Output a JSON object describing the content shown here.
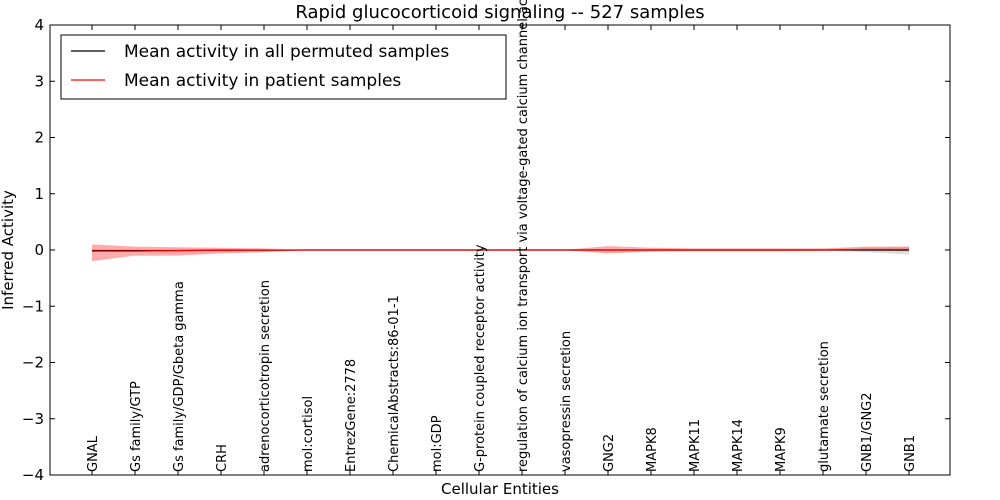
{
  "chart_data": {
    "type": "line",
    "title": "Rapid glucocorticoid signaling -- 527 samples",
    "xlabel": "Cellular Entities",
    "ylabel": "Inferred Activity",
    "ylim": [
      -4,
      4
    ],
    "yticks": [
      -4,
      -3,
      -2,
      -1,
      0,
      1,
      2,
      3,
      4
    ],
    "grid": false,
    "legend_position": "top-left",
    "categories": [
      "GNAL",
      "Gs family/GTP",
      "Gs family/GDP/Gbeta gamma",
      "CRH",
      "adrenocorticotropin secretion",
      "mol:cortisol",
      "EntrezGene:2778",
      "ChemicalAbstracts:86-01-1",
      "mol:GDP",
      "G-protein coupled receptor activity",
      "regulation of calcium ion transport via voltage-gated calcium channel activity",
      "vasopressin secretion",
      "GNG2",
      "MAPK8",
      "MAPK11",
      "MAPK14",
      "MAPK9",
      "glutamate secretion",
      "GNB1/GNG2",
      "GNB1"
    ],
    "series": [
      {
        "name": "Mean activity in all permuted samples",
        "color": "#000000",
        "band_color": "#bbbbbb",
        "values": [
          -0.01,
          -0.01,
          -0.01,
          -0.005,
          -0.003,
          0.0,
          0.0,
          0.0,
          0.0,
          0.0,
          0.0,
          0.0,
          0.0,
          0.0,
          0.0,
          0.0,
          0.0,
          0.0,
          0.0,
          0.0
        ],
        "band_low": [
          -0.02,
          -0.02,
          -0.02,
          -0.015,
          -0.01,
          -0.005,
          -0.005,
          -0.005,
          -0.005,
          -0.005,
          -0.005,
          -0.005,
          -0.01,
          -0.01,
          -0.01,
          -0.01,
          -0.01,
          -0.01,
          -0.04,
          -0.08
        ],
        "band_high": [
          0.02,
          0.02,
          0.02,
          0.015,
          0.01,
          0.005,
          0.005,
          0.005,
          0.005,
          0.005,
          0.005,
          0.005,
          0.01,
          0.01,
          0.01,
          0.01,
          0.01,
          0.01,
          0.04,
          0.06
        ]
      },
      {
        "name": "Mean activity in patient samples",
        "color": "#ff0000",
        "band_color": "#ff6666",
        "values": [
          -0.02,
          -0.02,
          -0.01,
          -0.005,
          -0.003,
          0.0,
          0.0,
          0.0,
          0.0,
          0.0,
          0.0,
          0.0,
          0.0,
          0.0,
          0.0,
          0.0,
          0.0,
          0.0,
          0.01,
          0.01
        ],
        "band_low": [
          -0.2,
          -0.1,
          -0.1,
          -0.06,
          -0.04,
          -0.005,
          -0.005,
          -0.005,
          -0.005,
          -0.005,
          -0.005,
          -0.005,
          -0.06,
          -0.03,
          -0.02,
          -0.02,
          -0.02,
          -0.01,
          -0.01,
          -0.02
        ],
        "band_high": [
          0.1,
          0.06,
          0.05,
          0.04,
          0.03,
          0.005,
          0.005,
          0.005,
          0.005,
          0.005,
          0.005,
          0.005,
          0.07,
          0.04,
          0.03,
          0.03,
          0.03,
          0.03,
          0.06,
          0.06
        ]
      }
    ]
  }
}
